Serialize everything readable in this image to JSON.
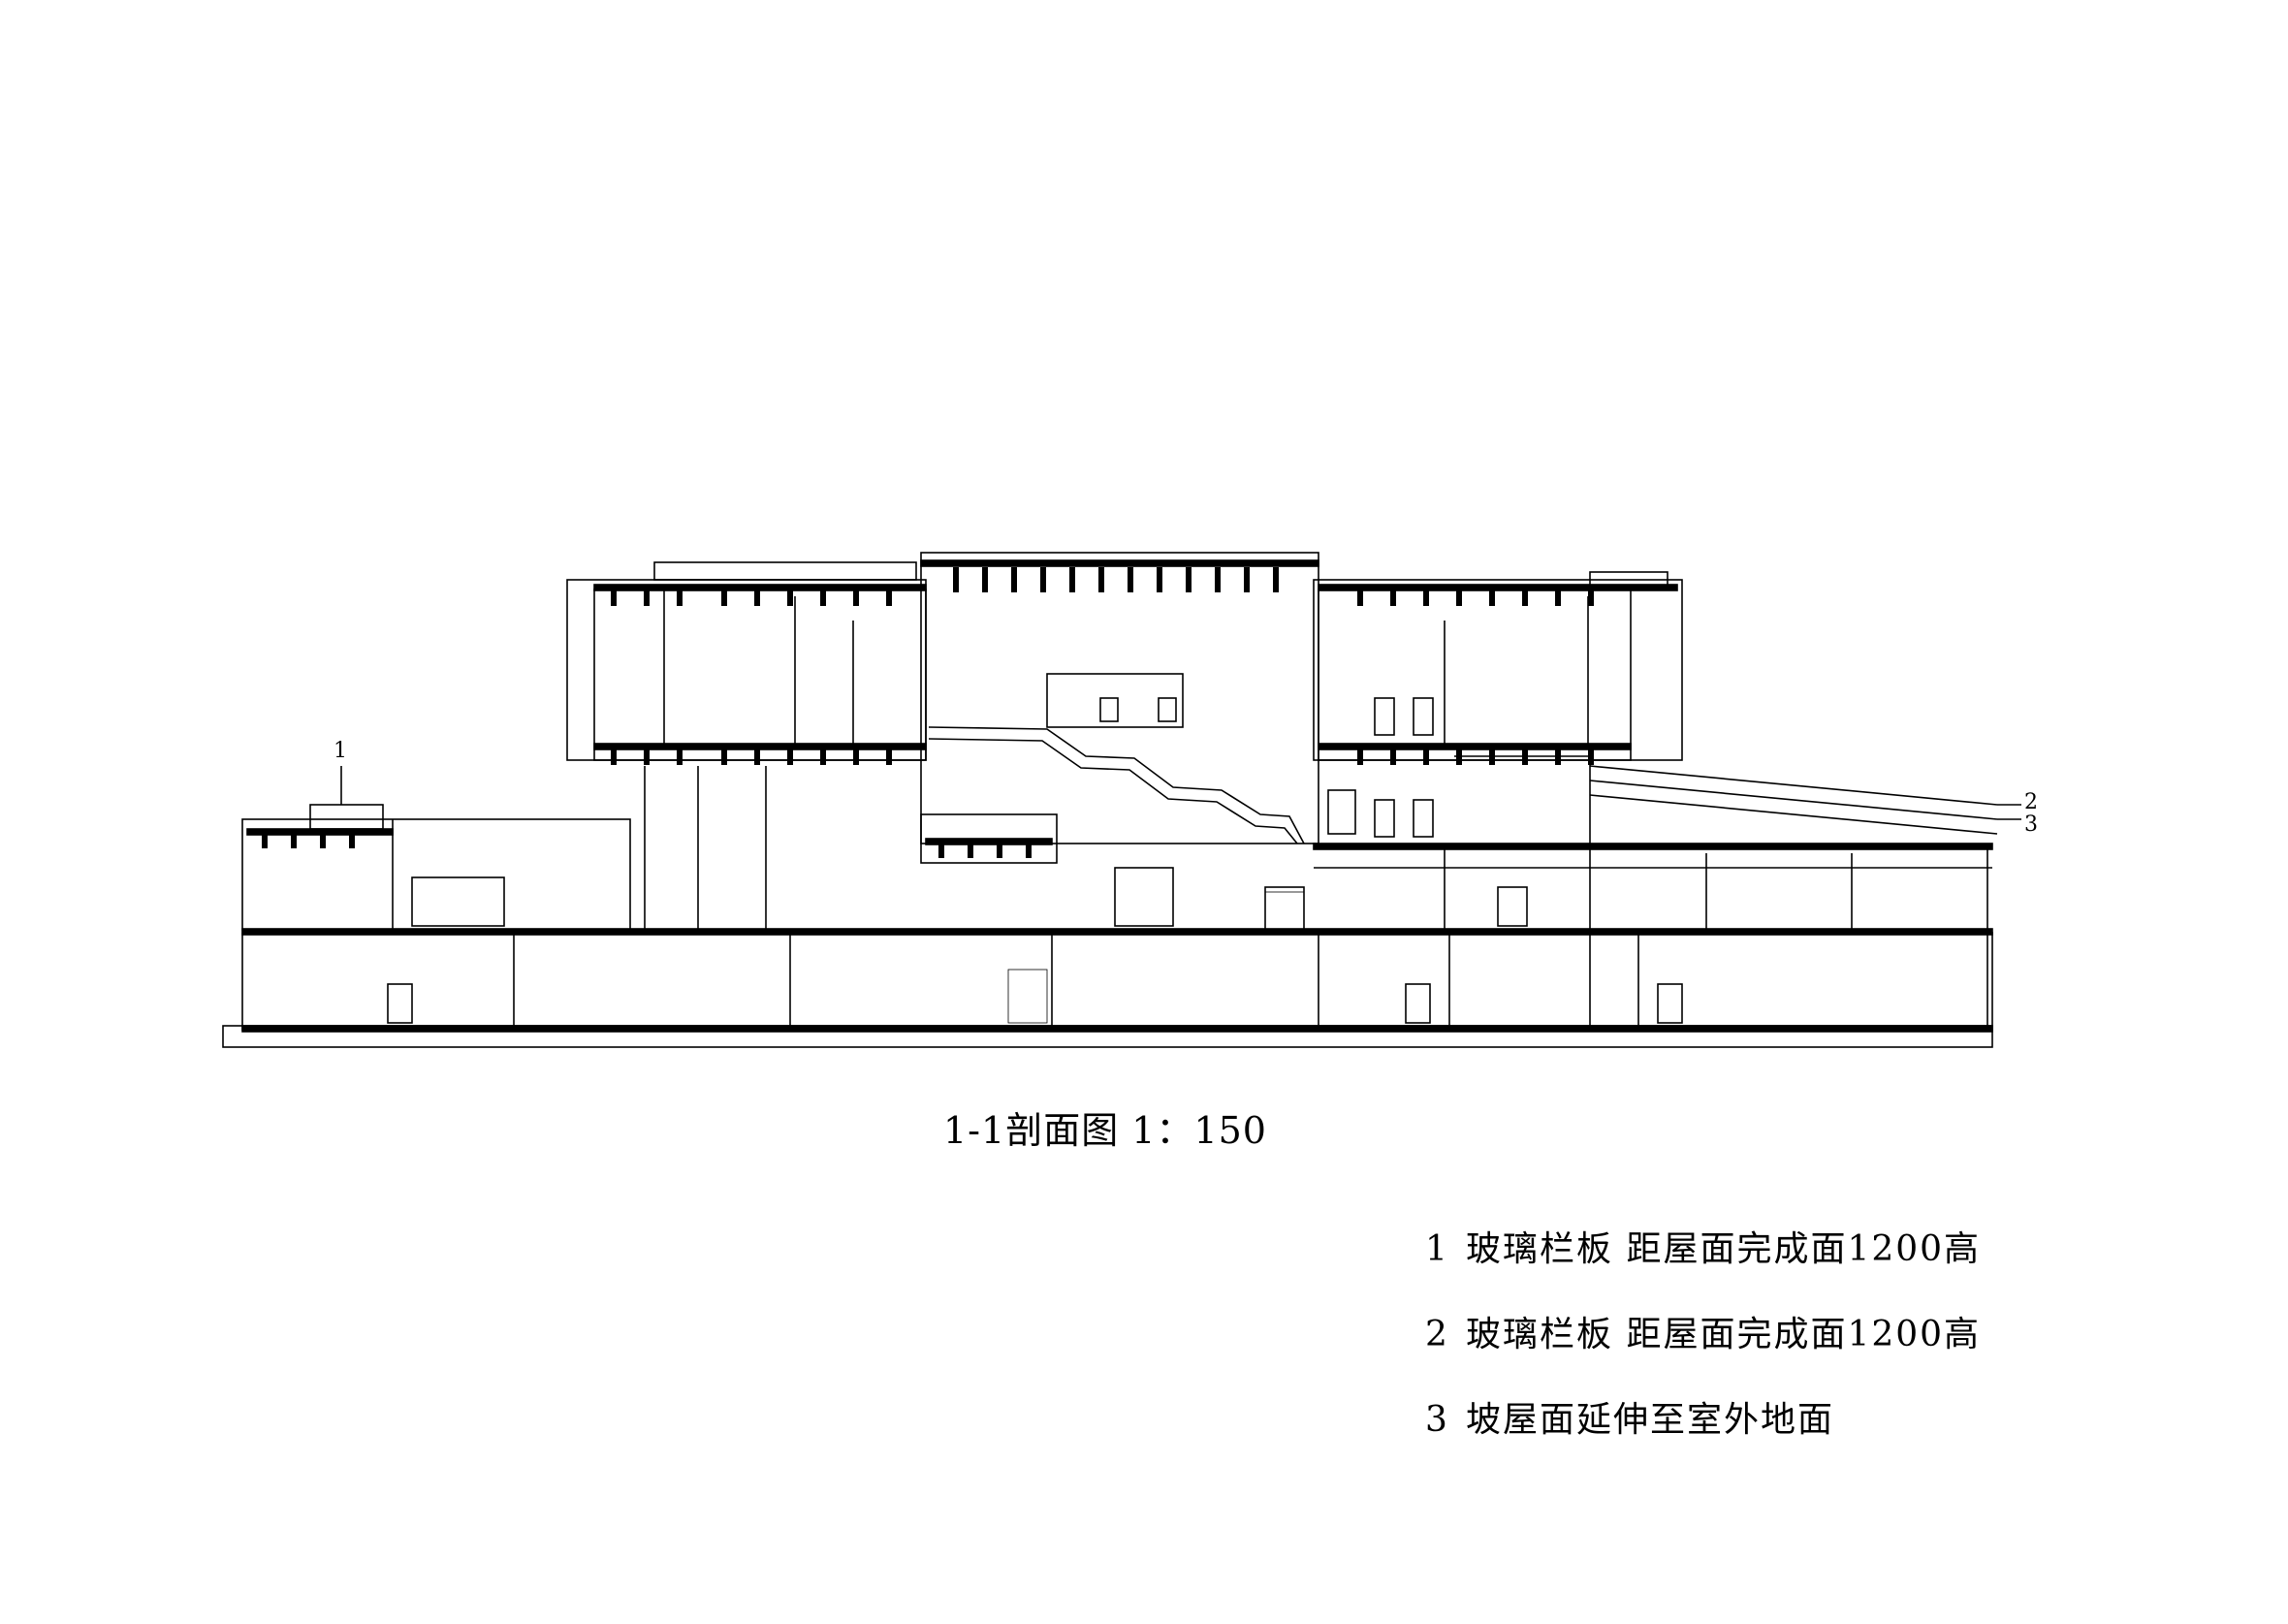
{
  "drawing_title": "1-1剖面图 1：150",
  "callouts": [
    "1",
    "2",
    "3"
  ],
  "notes": [
    {
      "num": "1",
      "text": "玻璃栏板 距屋面完成面1200高"
    },
    {
      "num": "2",
      "text": "玻璃栏板 距屋面完成面1200高"
    },
    {
      "num": "3",
      "text": "坡屋面延伸至室外地面"
    }
  ]
}
